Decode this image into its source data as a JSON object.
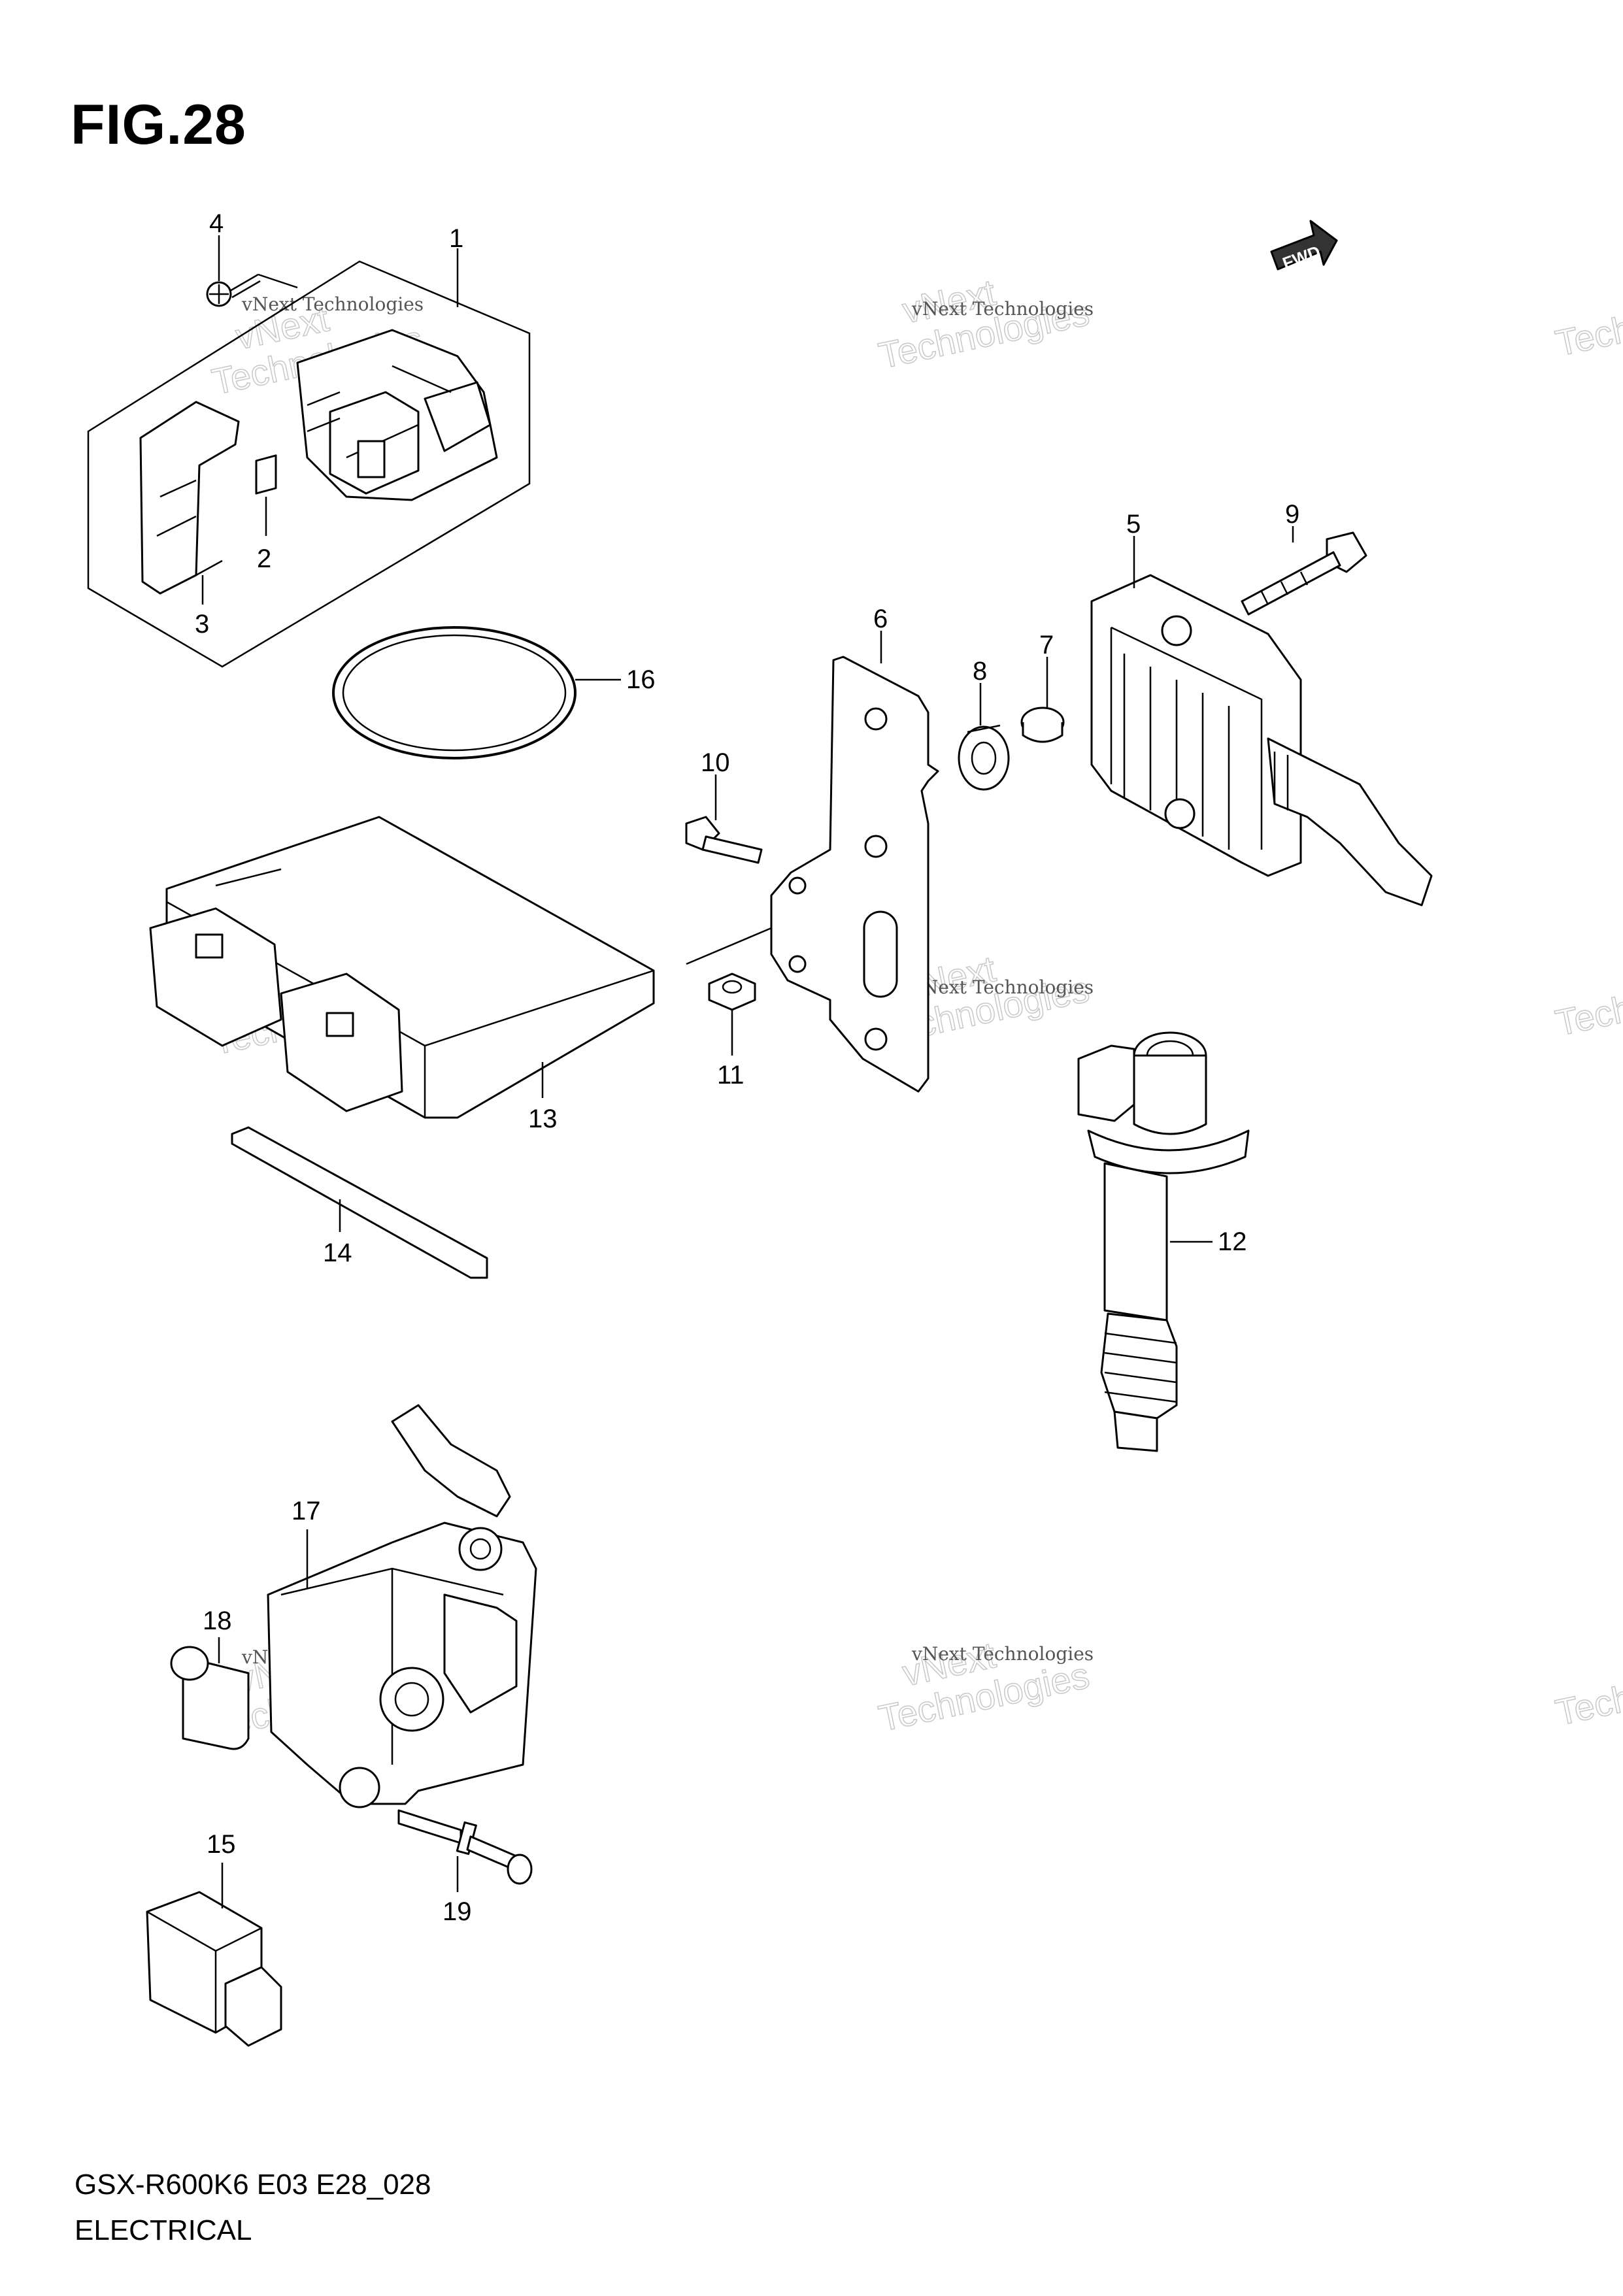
{
  "figure": {
    "title": "FIG.28",
    "code": "GSX-R600K6 E03 E28_028",
    "section": "ELECTRICAL",
    "fwd_label": "FWD"
  },
  "callouts": [
    "1",
    "2",
    "3",
    "4",
    "5",
    "6",
    "7",
    "8",
    "9",
    "10",
    "11",
    "12",
    "13",
    "14",
    "15",
    "16",
    "17",
    "18",
    "19"
  ],
  "watermark": {
    "line1": "vNext Technologies",
    "line2": "vNext",
    "line3": "Technologies"
  },
  "colors": {
    "ink": "#000000",
    "watermark": "#c8c8c8",
    "paper": "#ffffff"
  }
}
